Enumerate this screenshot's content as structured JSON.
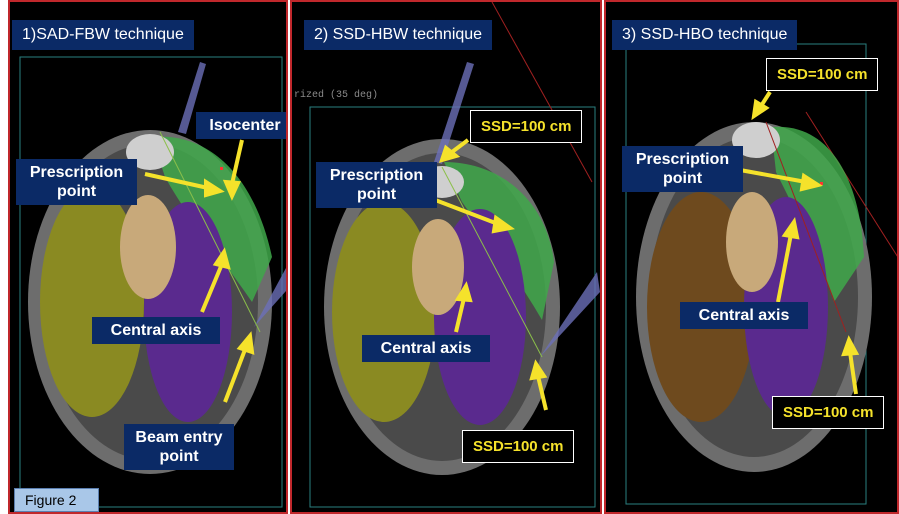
{
  "panels": [
    {
      "title": "1)SAD-FBW technique",
      "labels": {
        "isocenter": "Isocenter",
        "prescription": "Prescription point",
        "central_axis": "Central axis",
        "beam_entry": "Beam entry point"
      }
    },
    {
      "title": "2) SSD-HBW technique",
      "ssd_top": "SSD=100 cm",
      "ssd_bottom": "SSD=100 cm",
      "labels": {
        "prescription": "Prescription point",
        "central_axis": "Central axis"
      },
      "faint_text": "rized (35 deg)"
    },
    {
      "title": "3) SSD-HBO technique",
      "ssd_top": "SSD=100 cm",
      "ssd_bottom": "SSD=100 cm",
      "labels": {
        "prescription": "Prescription point",
        "central_axis": "Central axis"
      }
    }
  ],
  "figure_label": "Figure 2",
  "colors": {
    "title_bg": "#0b2a66",
    "arrow": "#f5e22b",
    "panel_border": "#c0282c",
    "figure_bg": "#a9c7e8"
  }
}
